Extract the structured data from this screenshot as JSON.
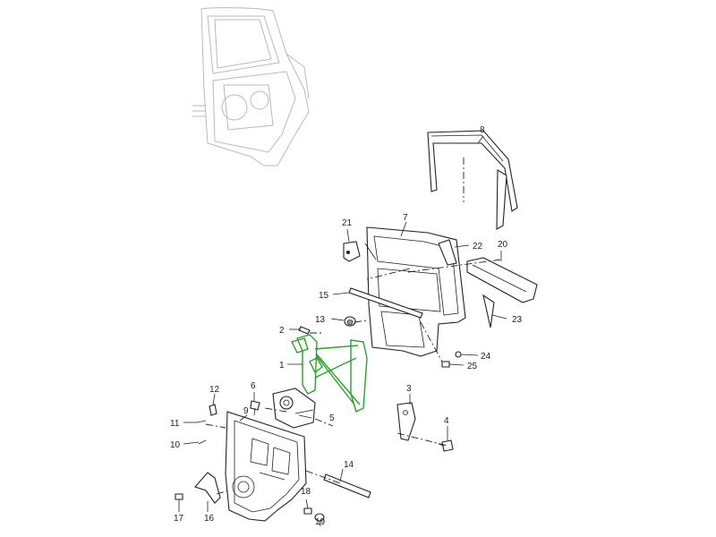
{
  "diagram": {
    "callouts": {
      "c1": "1",
      "c2": "2",
      "c3": "3",
      "c4": "4",
      "c5": "5",
      "c6": "6",
      "c7": "7",
      "c8": "8",
      "c9": "9",
      "c10": "10",
      "c11": "11",
      "c12": "12",
      "c13": "13",
      "c14": "14",
      "c15": "15",
      "c16": "16",
      "c17": "17",
      "c18": "18",
      "c19": "19",
      "c20": "20",
      "c21": "21",
      "c22": "22",
      "c23": "23",
      "c24": "24",
      "c25": "25"
    },
    "colors": {
      "highlight": "#2aa12a",
      "line": "#222222",
      "ghost": "#b9b9b9"
    }
  }
}
